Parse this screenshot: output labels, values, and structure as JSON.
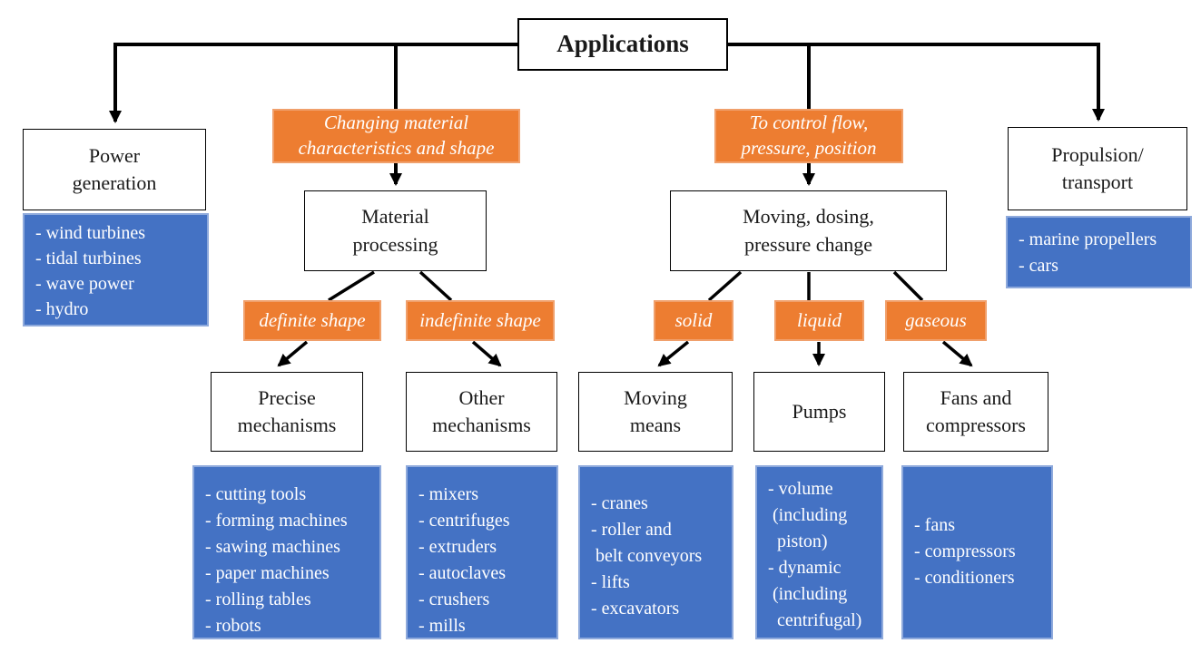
{
  "root": {
    "label": "Applications"
  },
  "colors": {
    "orange": "#ED7D31",
    "blue": "#4472C4",
    "line": "#000000",
    "node_background": "#ffffff"
  },
  "branches": {
    "power_generation": {
      "node": "Power\ngeneration",
      "items": [
        "- wind turbines",
        "- tidal turbines",
        "- wave power",
        "- hydro"
      ]
    },
    "material": {
      "category": "Changing material\ncharacteristics and shape",
      "node": "Material\nprocessing",
      "children": {
        "definite": {
          "category": "definite shape",
          "node": "Precise\nmechanisms",
          "items": [
            "- cutting tools",
            "- forming machines",
            "- sawing machines",
            "- paper machines",
            "- rolling tables",
            "- robots"
          ]
        },
        "indefinite": {
          "category": "indefinite shape",
          "node": "Other\nmechanisms",
          "items": [
            "- mixers",
            "- centrifuges",
            "- extruders",
            "- autoclaves",
            "- crushers",
            "- mills"
          ]
        }
      }
    },
    "control": {
      "category": "To control flow,\npressure, position",
      "node": "Moving, dosing,\npressure change",
      "children": {
        "solid": {
          "category": "solid",
          "node": "Moving\nmeans",
          "items": [
            "- cranes",
            "- roller and",
            " belt conveyors",
            "- lifts",
            "- excavators"
          ]
        },
        "liquid": {
          "category": "liquid",
          "node": "Pumps",
          "items": [
            "- volume",
            " (including",
            "  piston)",
            "- dynamic",
            " (including",
            "  centrifugal)"
          ]
        },
        "gaseous": {
          "category": "gaseous",
          "node": "Fans and\ncompressors",
          "items": [
            "- fans",
            "- compressors",
            "- conditioners"
          ]
        }
      }
    },
    "propulsion": {
      "node": "Propulsion/\ntransport",
      "items": [
        "- marine propellers",
        "- cars"
      ]
    }
  }
}
